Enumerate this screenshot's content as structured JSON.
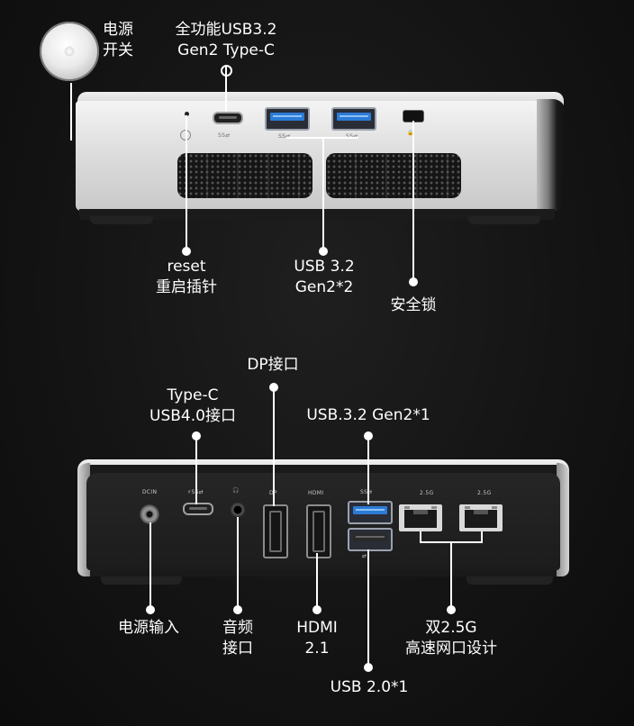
{
  "top_device": {
    "power_label": "电源\n开关",
    "usbc_label": "全功能USB3.2\nGen2 Type-C",
    "reset_label": "reset\n重启插针",
    "usba_label": "USB 3.2\nGen2*2",
    "lock_label": "安全锁"
  },
  "bottom_device": {
    "dp_label": "DP接口",
    "typec_label": "Type-C\nUSB4.0接口",
    "usb32_label": "USB.3.2 Gen2*1",
    "power_in_label": "电源输入",
    "audio_label": "音频\n接口",
    "hdmi_label": "HDMI\n2.1",
    "lan_label": "双2.5G\n高速网口设计",
    "usb20_label": "USB 2.0*1",
    "port_text": {
      "dcin": "DCIN",
      "dp": "DP",
      "hdmi": "HDMI",
      "lan1": "2.5G",
      "lan2": "2.5G"
    }
  },
  "colors": {
    "background": "#141414",
    "usb_blue": "#2b7bd6",
    "label": "#ffffff"
  }
}
